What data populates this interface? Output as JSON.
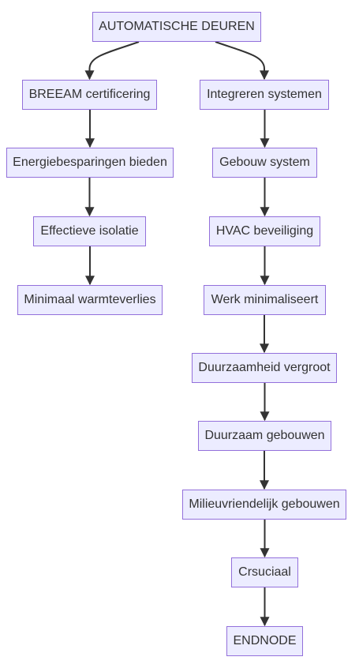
{
  "diagram": {
    "type": "flowchart",
    "colors": {
      "node_fill": "#ECECFF",
      "node_border": "#9370DB",
      "edge": "#333333",
      "text": "#333333"
    },
    "nodes": {
      "root": "AUTOMATISCHE DEUREN",
      "breeam": "BREEAM certificering",
      "energie": "Energiebesparingen bieden",
      "isolatie": "Effectieve isolatie",
      "warmte": "Minimaal warmteverlies",
      "integreren": "Integreren systemen",
      "gebouw_system": "Gebouw system",
      "hvac": "HVAC beveiliging",
      "werk": "Werk minimaliseert",
      "duurzaamheid": "Duurzaamheid vergroot",
      "duurzaam_gebouwen": "Duurzaam gebouwen",
      "milieu": "Milieuvriendelijk gebouwen",
      "crsuciaal": "Crsuciaal",
      "endnode": "ENDNODE"
    },
    "edges": [
      [
        "root",
        "breeam"
      ],
      [
        "breeam",
        "energie"
      ],
      [
        "energie",
        "isolatie"
      ],
      [
        "isolatie",
        "warmte"
      ],
      [
        "root",
        "integreren"
      ],
      [
        "integreren",
        "gebouw_system"
      ],
      [
        "gebouw_system",
        "hvac"
      ],
      [
        "hvac",
        "werk"
      ],
      [
        "werk",
        "duurzaamheid"
      ],
      [
        "duurzaamheid",
        "duurzaam_gebouwen"
      ],
      [
        "duurzaam_gebouwen",
        "milieu"
      ],
      [
        "milieu",
        "crsuciaal"
      ],
      [
        "crsuciaal",
        "endnode"
      ]
    ]
  }
}
